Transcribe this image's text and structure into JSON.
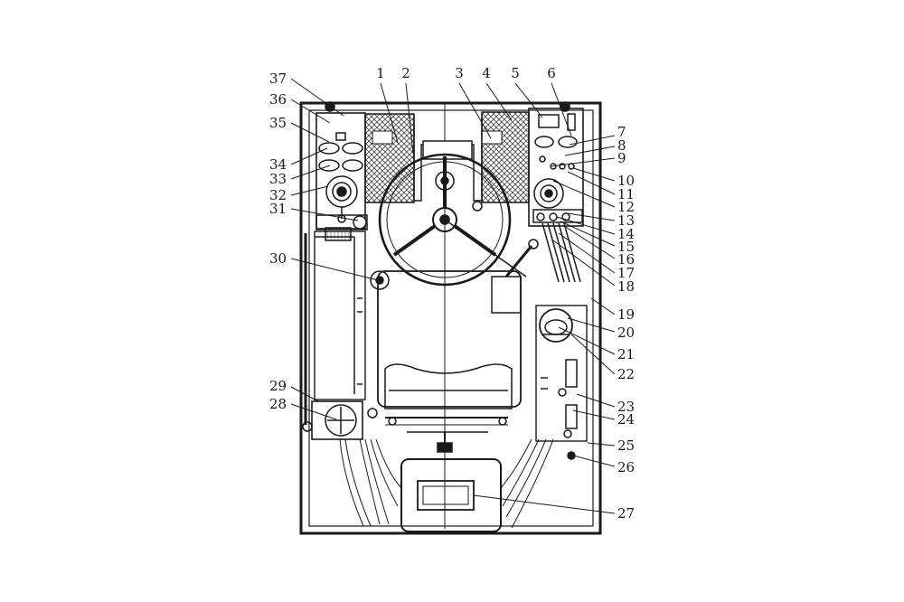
{
  "colors": {
    "ink": "#1a1a1a",
    "paper": "#ffffff",
    "hatch": "#444444"
  },
  "labels": [
    {
      "id": "1",
      "text": "1"
    },
    {
      "id": "2",
      "text": "2"
    },
    {
      "id": "3",
      "text": "3"
    },
    {
      "id": "4",
      "text": "4"
    },
    {
      "id": "5",
      "text": "5"
    },
    {
      "id": "6",
      "text": "6"
    },
    {
      "id": "7",
      "text": "7"
    },
    {
      "id": "8",
      "text": "8"
    },
    {
      "id": "9",
      "text": "9"
    },
    {
      "id": "10",
      "text": "10"
    },
    {
      "id": "11",
      "text": "11"
    },
    {
      "id": "12",
      "text": "12"
    },
    {
      "id": "13",
      "text": "13"
    },
    {
      "id": "14",
      "text": "14"
    },
    {
      "id": "15",
      "text": "15"
    },
    {
      "id": "16",
      "text": "16"
    },
    {
      "id": "17",
      "text": "17"
    },
    {
      "id": "18",
      "text": "18"
    },
    {
      "id": "19",
      "text": "19"
    },
    {
      "id": "20",
      "text": "20"
    },
    {
      "id": "21",
      "text": "21"
    },
    {
      "id": "22",
      "text": "22"
    },
    {
      "id": "23",
      "text": "23"
    },
    {
      "id": "24",
      "text": "24"
    },
    {
      "id": "25",
      "text": "25"
    },
    {
      "id": "26",
      "text": "26"
    },
    {
      "id": "27",
      "text": "27"
    },
    {
      "id": "28",
      "text": "28"
    },
    {
      "id": "29",
      "text": "29"
    },
    {
      "id": "30",
      "text": "30"
    },
    {
      "id": "31",
      "text": "31"
    },
    {
      "id": "32",
      "text": "32"
    },
    {
      "id": "33",
      "text": "33"
    },
    {
      "id": "34",
      "text": "34"
    },
    {
      "id": "35",
      "text": "35"
    },
    {
      "id": "36",
      "text": "36"
    },
    {
      "id": "37",
      "text": "37"
    }
  ]
}
